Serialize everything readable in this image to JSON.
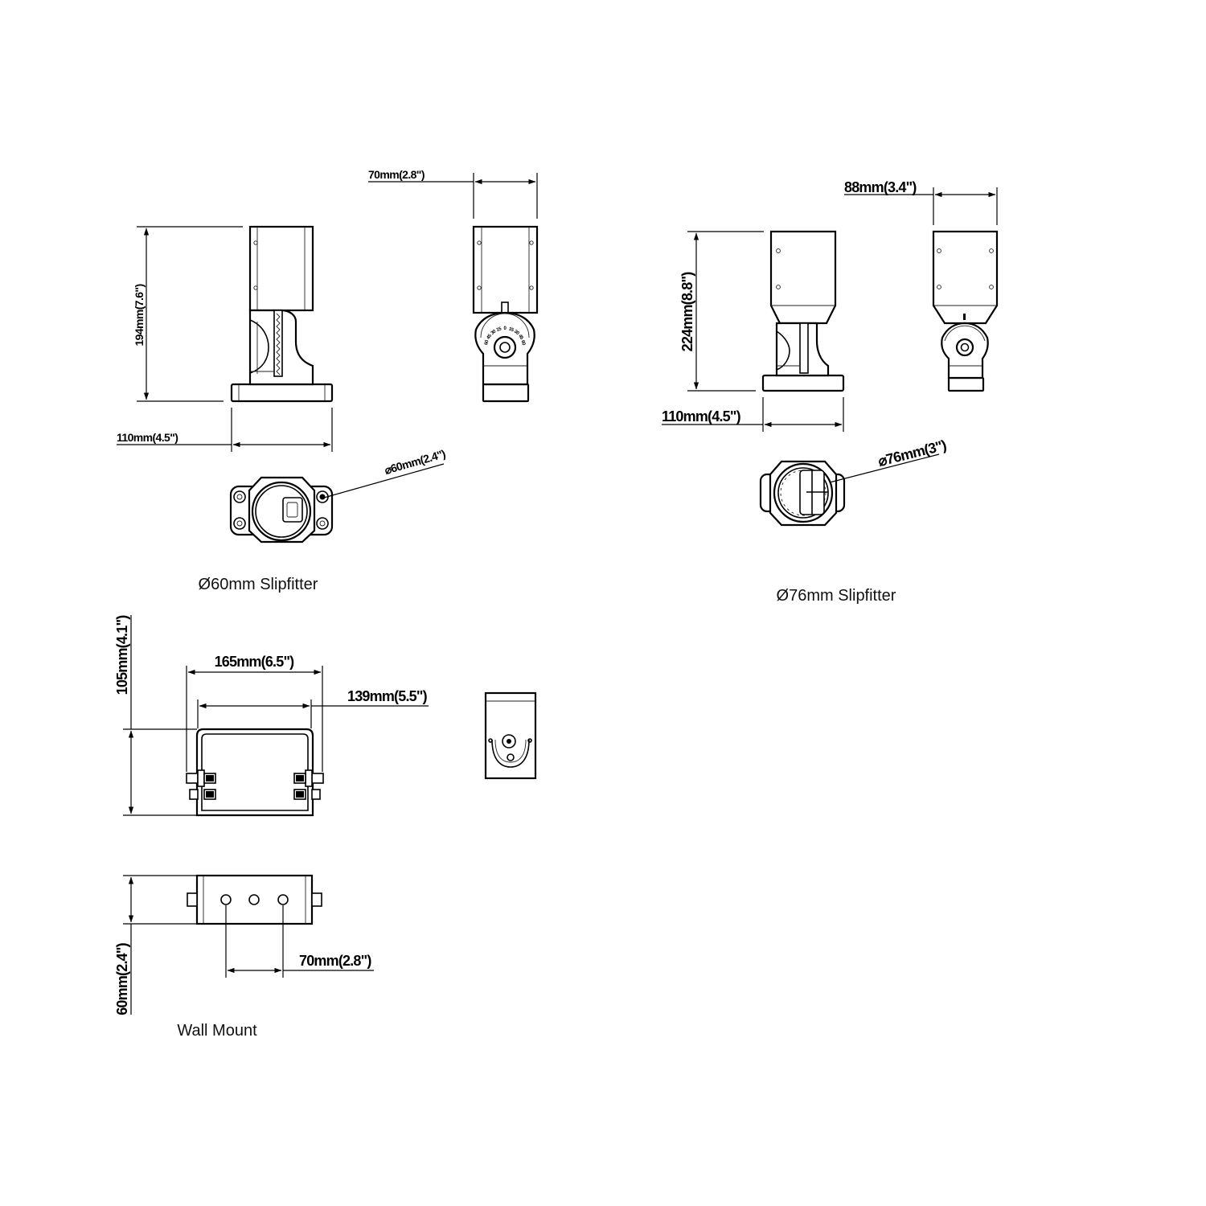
{
  "slipfitter_60": {
    "caption": "Ø60mm Slipfitter",
    "height_dim": "194mm(7.6\")",
    "base_dim": "110mm(4.5\")",
    "width_dim": "70mm(2.8\")",
    "diameter_dim": "⌀60mm(2.4\")",
    "angle_marks": [
      "60",
      "45",
      "30",
      "15",
      "0",
      "15",
      "30",
      "45",
      "60"
    ]
  },
  "slipfitter_76": {
    "caption": "Ø76mm Slipfitter",
    "height_dim": "224mm(8.8\")",
    "base_dim": "110mm(4.5\")",
    "width_dim": "88mm(3.4\")",
    "diameter_dim": "⌀76mm(3\")"
  },
  "wall_mount": {
    "caption": "Wall Mount",
    "height_dim": "105mm(4.1\")",
    "outer_width_dim": "165mm(6.5\")",
    "inner_width_dim": "139mm(5.5\")",
    "depth_dim": "60mm(2.4\")",
    "hole_spacing_dim": "70mm(2.8\")"
  }
}
